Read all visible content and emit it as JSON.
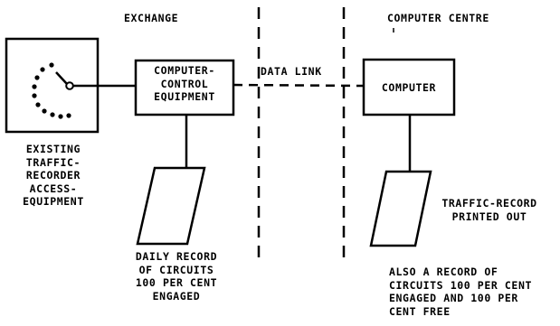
{
  "labels": {
    "exchange": "EXCHANGE",
    "computer_centre": "COMPUTER CENTRE",
    "data_link": "DATA LINK",
    "computer_control": [
      "COMPUTER-",
      "CONTROL",
      "EQUIPMENT"
    ],
    "computer": "COMPUTER",
    "existing": [
      "EXISTING",
      "TRAFFIC-",
      "RECORDER",
      "ACCESS-",
      "EQUIPMENT"
    ],
    "daily_record": [
      "DAILY RECORD",
      "OF CIRCUITS",
      "100 PER CENT",
      "ENGAGED"
    ],
    "traffic_record": [
      "TRAFFIC-RECORD",
      "PRINTED OUT"
    ],
    "also_record": [
      "ALSO A RECORD OF",
      "CIRCUITS 100 PER CENT",
      "ENGAGED AND 100 PER",
      "CENT FREE"
    ]
  }
}
